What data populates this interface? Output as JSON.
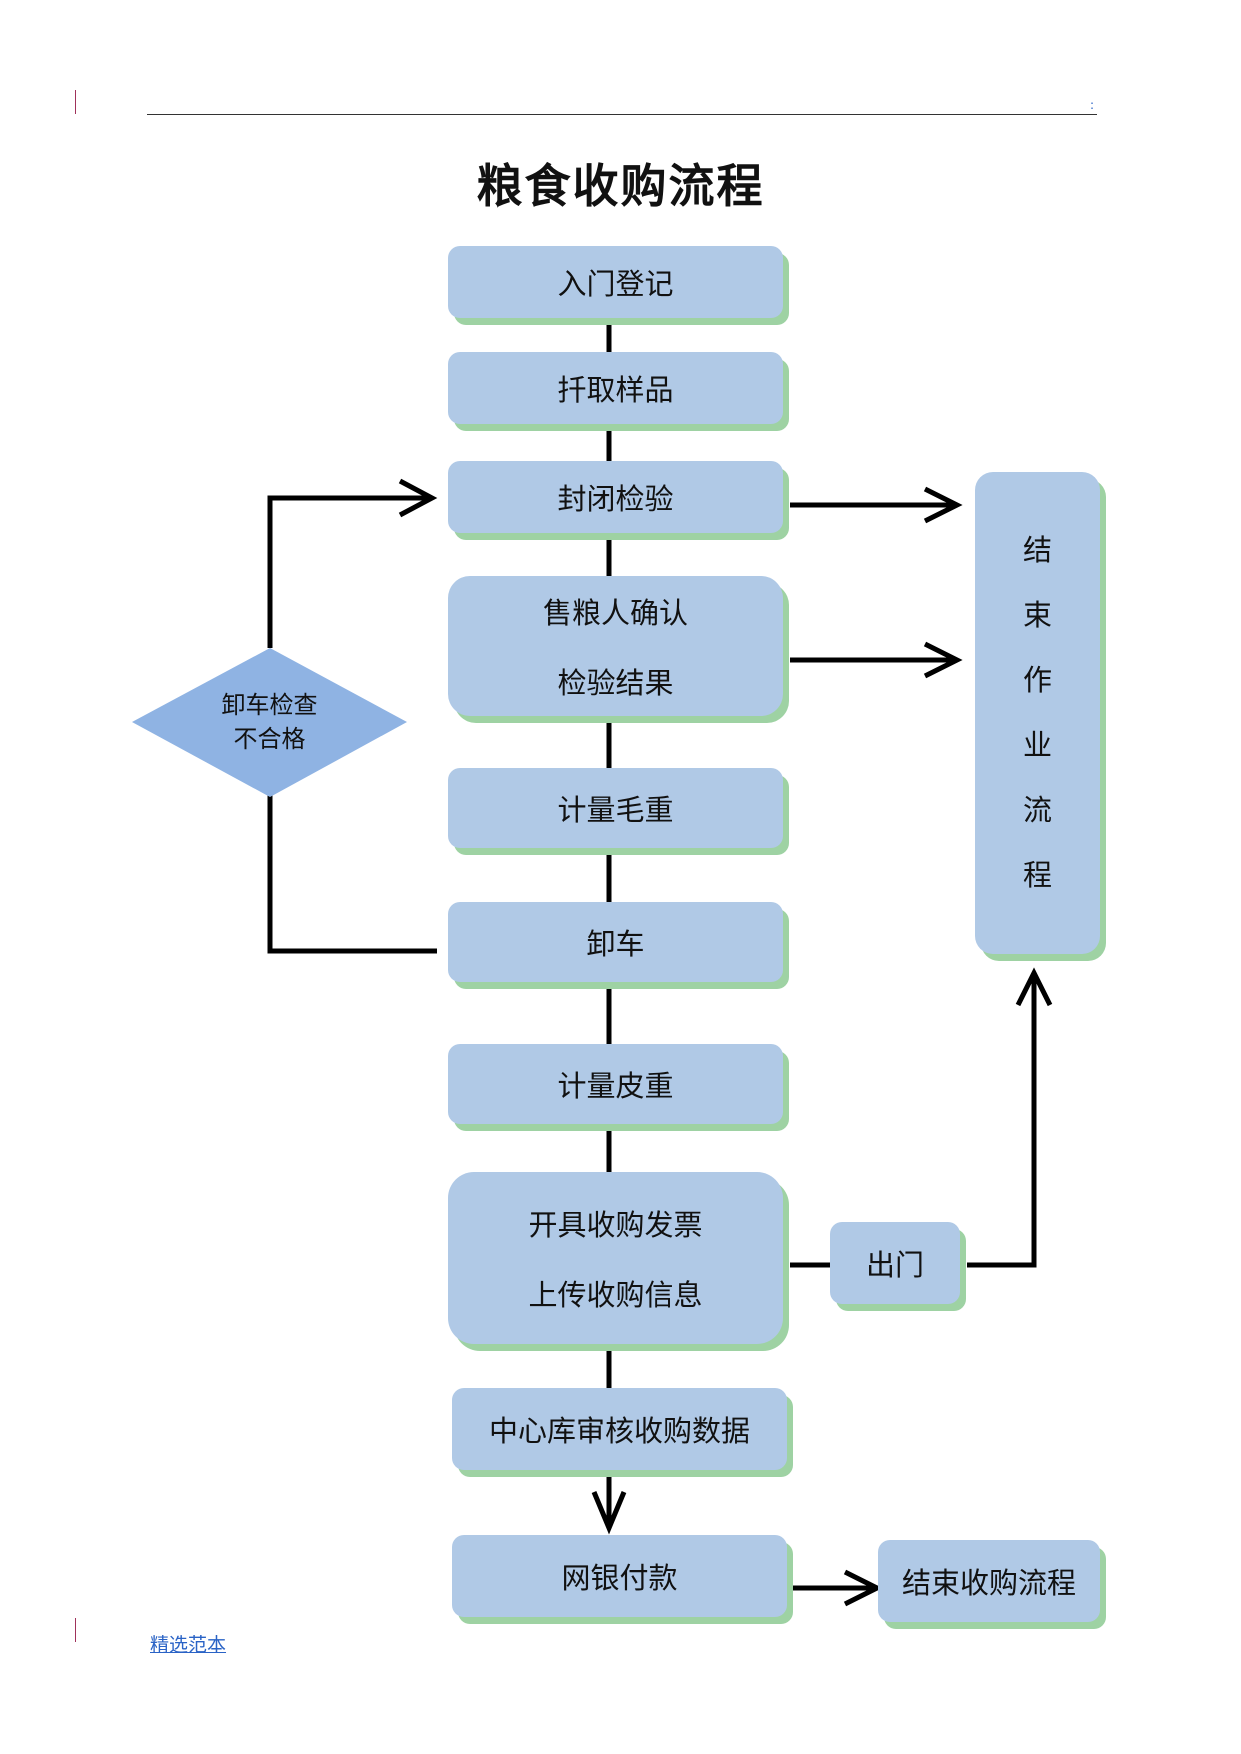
{
  "header": {
    "mark": ":"
  },
  "title": "粮食收购流程",
  "steps": [
    {
      "id": "s1",
      "lines": [
        "入门登记"
      ]
    },
    {
      "id": "s2",
      "lines": [
        "扦取样品"
      ]
    },
    {
      "id": "s3",
      "lines": [
        "封闭检验"
      ]
    },
    {
      "id": "s4",
      "lines": [
        "售粮人确认",
        "检验结果"
      ]
    },
    {
      "id": "s5",
      "lines": [
        "计量毛重"
      ]
    },
    {
      "id": "s6",
      "lines": [
        "卸车"
      ]
    },
    {
      "id": "s7",
      "lines": [
        "计量皮重"
      ]
    },
    {
      "id": "s8",
      "lines": [
        "开具收购发票",
        "上传收购信息"
      ]
    },
    {
      "id": "s9",
      "lines": [
        "中心库审核收购数据"
      ]
    },
    {
      "id": "s10",
      "lines": [
        "网银付款"
      ]
    }
  ],
  "decision": {
    "lines": [
      "卸车检查",
      "不合格"
    ]
  },
  "exit": {
    "label": "出门"
  },
  "end_operation": {
    "chars": [
      "结",
      "束",
      "作",
      "业",
      "流",
      "程"
    ]
  },
  "end_purchase": {
    "label": "结束收购流程"
  },
  "footer": "精选范本",
  "colors": {
    "box": "#b0c9e6",
    "shadow": "#9ed2a3",
    "diamond": "#8fb3e3",
    "line": "#000000"
  }
}
